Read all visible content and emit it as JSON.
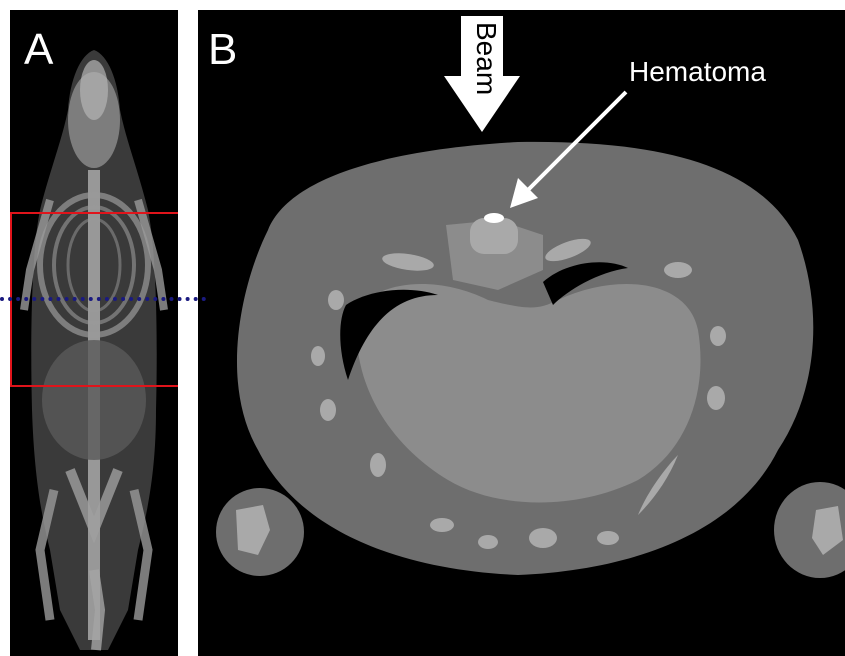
{
  "panels": {
    "a": {
      "label": "A"
    },
    "b": {
      "label": "B"
    }
  },
  "annotations": {
    "beam": "Beam",
    "hematoma": "Hematoma"
  },
  "colors": {
    "background": "#000000",
    "body_tissue": "#6e6e6e",
    "organ_tissue": "#8c8c8c",
    "bone": "#a9a9a9",
    "air_cavity": "#000000",
    "hematoma": "#ffffff",
    "roi_box": "#e0141b",
    "slice_line": "#1a1a80",
    "arrow": "#ffffff"
  }
}
